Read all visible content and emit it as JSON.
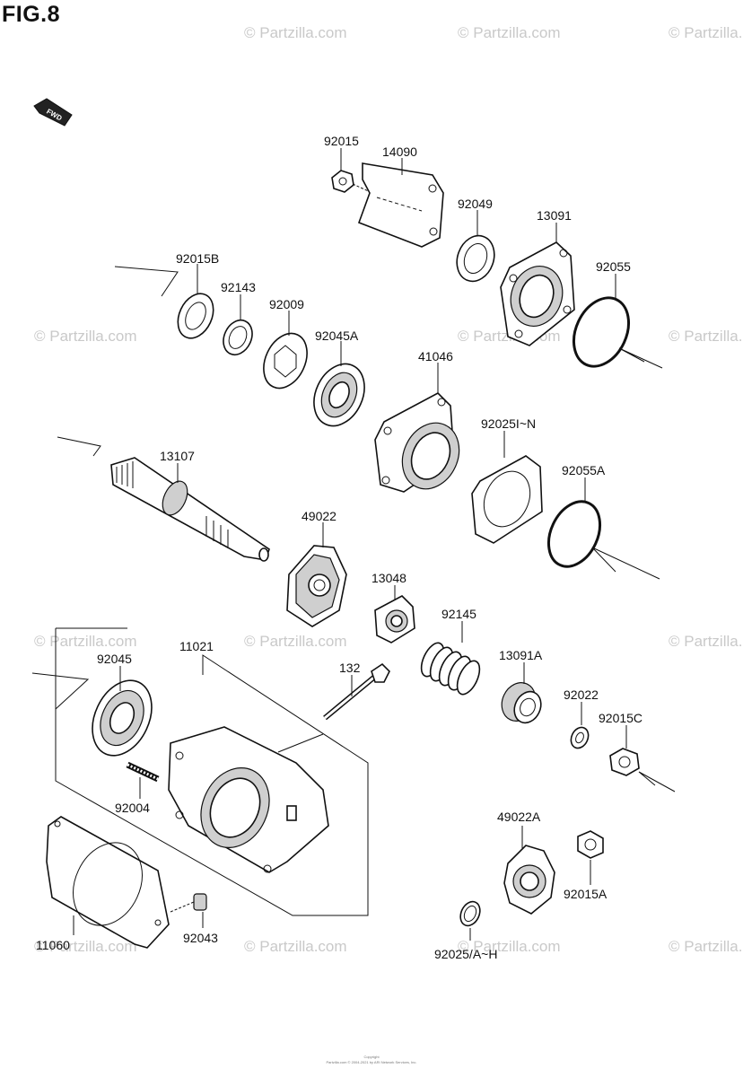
{
  "figure_title": "FIG.8",
  "fwd_label": "FWD",
  "watermark": "© Partzilla.com",
  "part_labels": {
    "p92015": "92015",
    "p14090": "14090",
    "p92049": "92049",
    "p13091": "13091",
    "p92055": "92055",
    "p92015B": "92015B",
    "p92143": "92143",
    "p92009": "92009",
    "p92045A": "92045A",
    "p41046": "41046",
    "p92025IN": "92025I~N",
    "p92055A": "92055A",
    "p13107": "13107",
    "p49022": "49022",
    "p13048": "13048",
    "p92145": "92145",
    "p13091A": "13091A",
    "p92022": "92022",
    "p92015C": "92015C",
    "p11021": "11021",
    "p92045": "92045",
    "p132": "132",
    "p92004": "92004",
    "p49022A": "49022A",
    "p92015A": "92015A",
    "p11060": "11060",
    "p92043": "92043",
    "p92025AH": "92025/A~H"
  },
  "footer": {
    "line1": "Copyright",
    "line2": "Partzilla.com © 2004-2021 by ARI Network Services, Inc."
  }
}
